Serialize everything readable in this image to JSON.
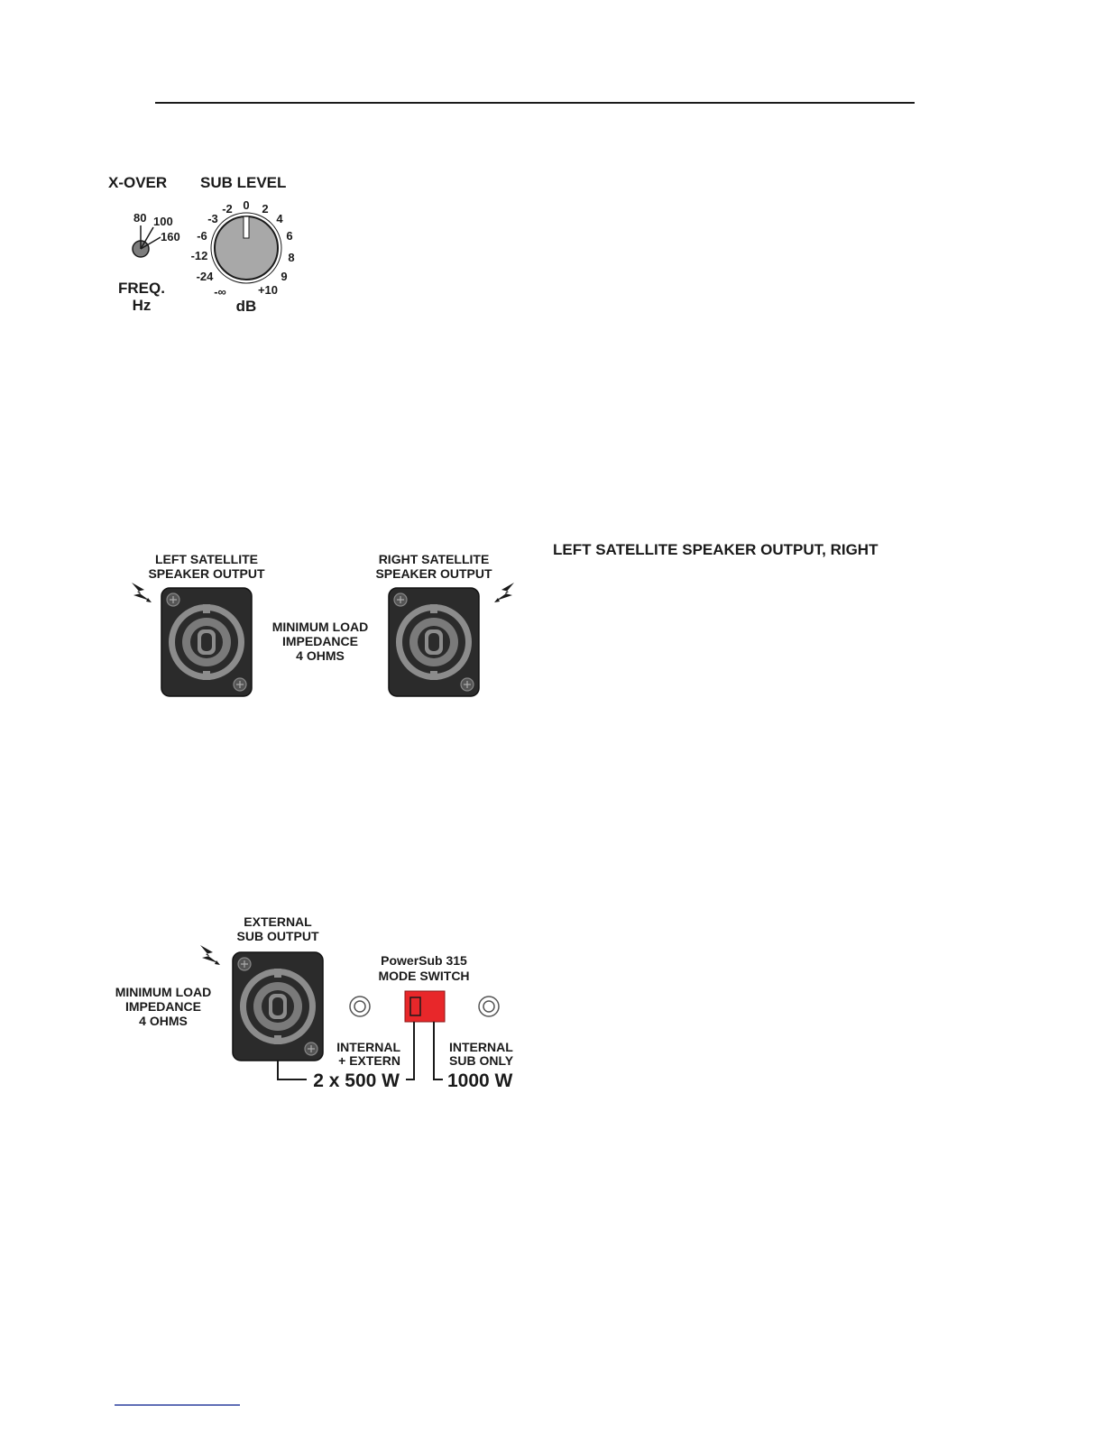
{
  "crossover": {
    "heading_xover": "X-OVER",
    "heading_sublevel": "SUB LEVEL",
    "freq_options": [
      "80",
      "100",
      "160"
    ],
    "freq_label": "FREQ.",
    "freq_unit": "Hz",
    "level_ticks": [
      "-∞",
      "-24",
      "-12",
      "-6",
      "-3",
      "-2",
      "0",
      "2",
      "4",
      "6",
      "8",
      "9",
      "+10"
    ],
    "level_unit": "dB"
  },
  "satellite": {
    "left_label_1": "LEFT SATELLITE",
    "left_label_2": "SPEAKER OUTPUT",
    "right_label_1": "RIGHT SATELLITE",
    "right_label_2": "SPEAKER OUTPUT",
    "load_1": "MINIMUM LOAD",
    "load_2": "IMPEDANCE",
    "load_3": "4 OHMS",
    "side_heading": "LEFT SATELLITE SPEAKER OUTPUT, RIGHT"
  },
  "external": {
    "label_1": "EXTERNAL",
    "label_2": "SUB OUTPUT",
    "load_1": "MINIMUM LOAD",
    "load_2": "IMPEDANCE",
    "load_3": "4 OHMS",
    "mode_title_1": "PowerSub 315",
    "mode_title_2": "MODE SWITCH",
    "opt_a_1": "INTERNAL",
    "opt_a_2": "+ EXTERN",
    "opt_b_1": "INTERNAL",
    "opt_b_2": "SUB ONLY",
    "watt_a": "2 x 500 W",
    "watt_b": "1000 W"
  },
  "colors": {
    "switch_red": "#e8272a",
    "jack_body": "#2b2b2b",
    "jack_ring": "#8c8c8c",
    "knob_gray": "#a8a8a8"
  }
}
